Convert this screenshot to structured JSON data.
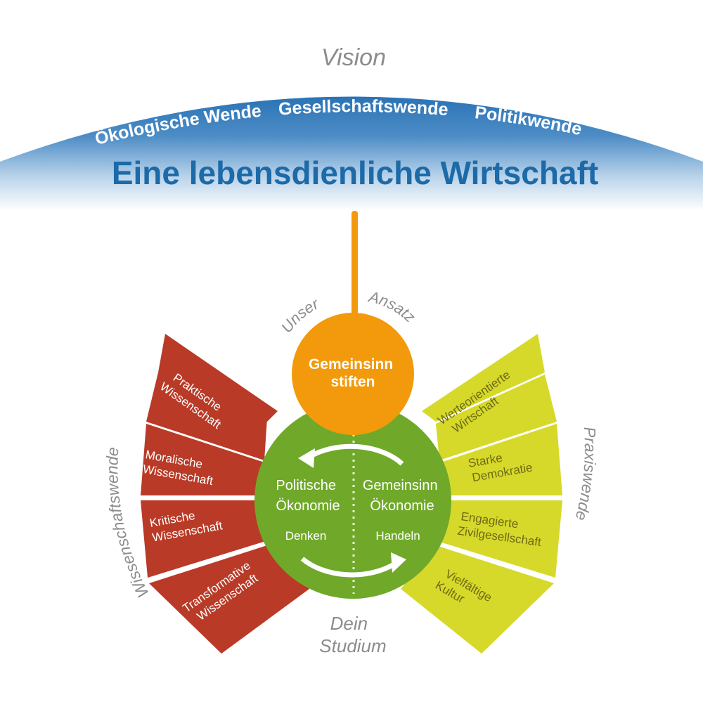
{
  "vision": {
    "label": "Vision",
    "wends": [
      "Ökologische Wende",
      "Gesellschaftswende",
      "Politikwende"
    ],
    "title": "Eine lebensdienliche Wirtschaft"
  },
  "approach": {
    "left_word": "Unser",
    "right_word": "Ansatz",
    "core_line1": "Gemeinsinn",
    "core_line2": "stiften"
  },
  "center": {
    "left_line1": "Politische",
    "left_line2": "Ökonomie",
    "left_verb": "Denken",
    "right_line1": "Gemeinsinn",
    "right_line2": "Ökonomie",
    "right_verb": "Handeln"
  },
  "study": {
    "line1": "Dein",
    "line2": "Studium"
  },
  "left_arc_label": "Wissenschaftswende",
  "right_arc_label": "Praxiswende",
  "left_segments": [
    {
      "line1": "Praktische",
      "line2": "Wissenschaft"
    },
    {
      "line1": "Moralische",
      "line2": "Wissenschaft"
    },
    {
      "line1": "Kritische",
      "line2": "Wissenschaft"
    },
    {
      "line1": "Transformative",
      "line2": "Wissenschaft"
    }
  ],
  "right_segments": [
    {
      "line1": "Werteorientierte",
      "line2": "Wirtschaft"
    },
    {
      "line1": "Starke",
      "line2": "Demokratie"
    },
    {
      "line1": "Engagierte",
      "line2": "Zivilgesellschaft"
    },
    {
      "line1": "Vielfältige",
      "line2": "Kultur"
    }
  ],
  "colors": {
    "blue": "#1c6aa8",
    "orange": "#f29a0b",
    "green": "#70a92a",
    "red": "#b93a27",
    "yellow": "#d6d92a",
    "grey": "#8c8c8c"
  }
}
